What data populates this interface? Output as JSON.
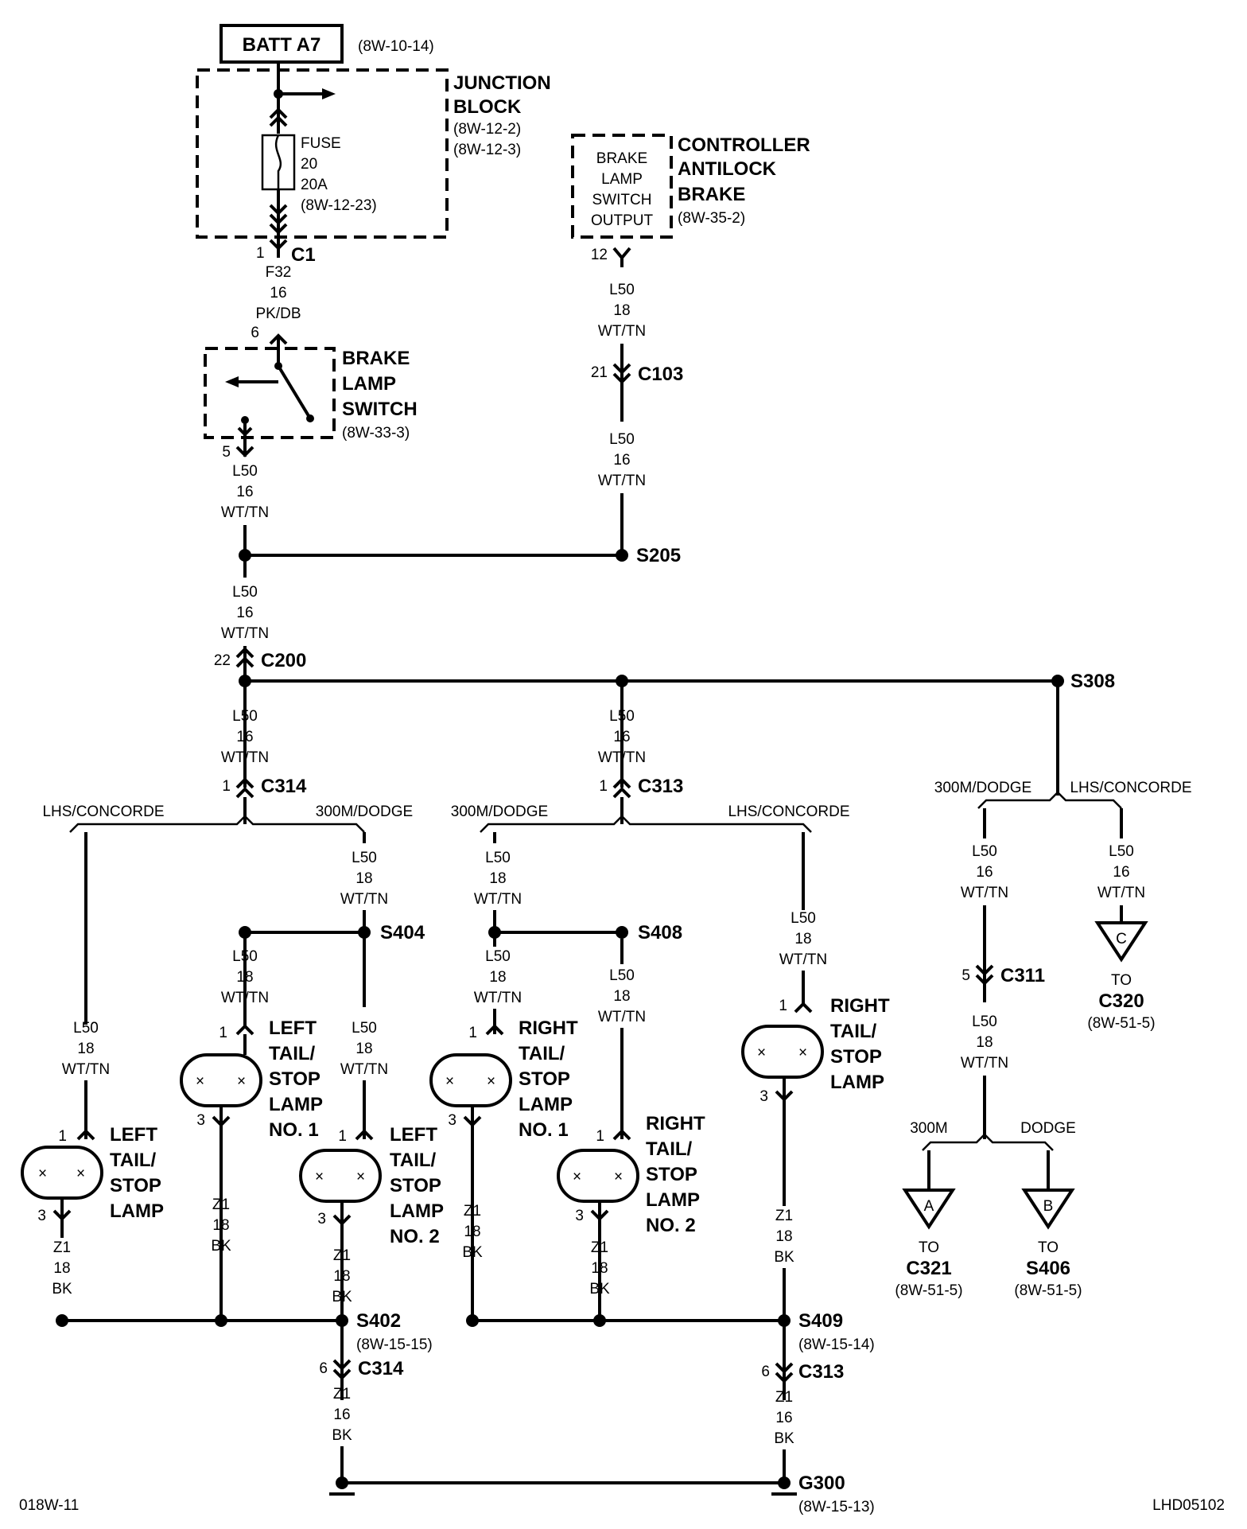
{
  "batt": {
    "label": "BATT A7",
    "ref": "(8W-10-14)"
  },
  "junction_block": {
    "title1": "JUNCTION",
    "title2": "BLOCK",
    "ref1": "(8W-12-2)",
    "ref2": "(8W-12-3)"
  },
  "fuse": {
    "l1": "FUSE",
    "l2": "20",
    "l3": "20A",
    "l4": "(8W-12-23)"
  },
  "c1": {
    "pin": "1",
    "label": "C1"
  },
  "wire_f32": {
    "l1": "F32",
    "l2": "16",
    "l3": "PK/DB"
  },
  "controller": {
    "t1": "CONTROLLER",
    "t2": "ANTILOCK",
    "t3": "BRAKE",
    "ref": "(8W-35-2)",
    "inner1": "BRAKE",
    "inner2": "LAMP",
    "inner3": "SWITCH",
    "inner4": "OUTPUT",
    "pin": "12"
  },
  "brake_switch": {
    "pin_in": "6",
    "pin_out": "5",
    "t1": "BRAKE",
    "t2": "LAMP",
    "t3": "SWITCH",
    "ref": "(8W-33-3)"
  },
  "wire_a": {
    "l1": "L50",
    "l2": "16",
    "l3": "WT/TN"
  },
  "wire_b": {
    "l1": "L50",
    "l2": "16",
    "l3": "WT/TN"
  },
  "wire_ctrl1": {
    "l1": "L50",
    "l2": "18",
    "l3": "WT/TN"
  },
  "c103": {
    "pin": "21",
    "label": "C103"
  },
  "wire_ctrl2": {
    "l1": "L50",
    "l2": "16",
    "l3": "WT/TN"
  },
  "s205": "S205",
  "c200": {
    "pin": "22",
    "label": "C200"
  },
  "s308": "S308",
  "wire_c": {
    "l1": "L50",
    "l2": "16",
    "l3": "WT/TN"
  },
  "wire_d": {
    "l1": "L50",
    "l2": "16",
    "l3": "WT/TN"
  },
  "c314_top": {
    "pin": "1",
    "label": "C314"
  },
  "c313_top": {
    "pin": "1",
    "label": "C313"
  },
  "branch_lhs_left": "LHS/CONCORDE",
  "branch_300m_left": "300M/DODGE",
  "branch_300m_mid": "300M/DODGE",
  "branch_lhs_mid": "LHS/CONCORDE",
  "branch_300m_right": "300M/DODGE",
  "branch_lhs_right": "LHS/CONCORDE",
  "wire_e": {
    "l1": "L50",
    "l2": "18",
    "l3": "WT/TN"
  },
  "wire_f": {
    "l1": "L50",
    "l2": "18",
    "l3": "WT/TN"
  },
  "wire_g": {
    "l1": "L50",
    "l2": "18",
    "l3": "WT/TN"
  },
  "wire_h": {
    "l1": "L50",
    "l2": "18",
    "l3": "WT/TN"
  },
  "wire_i": {
    "l1": "L50",
    "l2": "18",
    "l3": "WT/TN"
  },
  "wire_j": {
    "l1": "L50",
    "l2": "18",
    "l3": "WT/TN"
  },
  "wire_k": {
    "l1": "L50",
    "l2": "18",
    "l3": "WT/TN"
  },
  "wire_l": {
    "l1": "L50",
    "l2": "18",
    "l3": "WT/TN"
  },
  "s404": "S404",
  "s408": "S408",
  "lamp_lhs_left": {
    "t1": "LEFT",
    "t2": "TAIL/",
    "t3": "STOP",
    "t4": "LAMP",
    "pin_in": "1",
    "pin_out": "3"
  },
  "lamp_left_no1": {
    "t1": "LEFT",
    "t2": "TAIL/",
    "t3": "STOP",
    "t4": "LAMP",
    "t5": "NO. 1",
    "pin_in": "1",
    "pin_out": "3"
  },
  "lamp_left_no2": {
    "t1": "LEFT",
    "t2": "TAIL/",
    "t3": "STOP",
    "t4": "LAMP",
    "t5": "NO. 2",
    "pin_in": "1",
    "pin_out": "3"
  },
  "lamp_right_no1": {
    "t1": "RIGHT",
    "t2": "TAIL/",
    "t3": "STOP",
    "t4": "LAMP",
    "t5": "NO. 1",
    "pin_in": "1",
    "pin_out": "3"
  },
  "lamp_right_no2": {
    "t1": "RIGHT",
    "t2": "TAIL/",
    "t3": "STOP",
    "t4": "LAMP",
    "t5": "NO. 2",
    "pin_in": "1",
    "pin_out": "3"
  },
  "lamp_lhs_right": {
    "t1": "RIGHT",
    "t2": "TAIL/",
    "t3": "STOP",
    "t4": "LAMP",
    "pin_in": "1",
    "pin_out": "3"
  },
  "gnd_wire_1": {
    "l1": "Z1",
    "l2": "18",
    "l3": "BK"
  },
  "gnd_wire_2": {
    "l1": "Z1",
    "l2": "18",
    "l3": "BK"
  },
  "gnd_wire_3": {
    "l1": "Z1",
    "l2": "18",
    "l3": "BK"
  },
  "gnd_wire_4": {
    "l1": "Z1",
    "l2": "18",
    "l3": "BK"
  },
  "gnd_wire_5": {
    "l1": "Z1",
    "l2": "18",
    "l3": "BK"
  },
  "gnd_wire_6": {
    "l1": "Z1",
    "l2": "18",
    "l3": "BK"
  },
  "s402": {
    "label": "S402",
    "ref": "(8W-15-15)"
  },
  "s409": {
    "label": "S409",
    "ref": "(8W-15-14)"
  },
  "c314_bot": {
    "pin": "6",
    "label": "C314"
  },
  "c313_bot": {
    "pin": "6",
    "label": "C313"
  },
  "gnd_wire_7": {
    "l1": "Z1",
    "l2": "16",
    "l3": "BK"
  },
  "gnd_wire_8": {
    "l1": "Z1",
    "l2": "16",
    "l3": "BK"
  },
  "g300": {
    "label": "G300",
    "ref": "(8W-15-13)"
  },
  "wire_m": {
    "l1": "L50",
    "l2": "16",
    "l3": "WT/TN"
  },
  "wire_n": {
    "l1": "L50",
    "l2": "16",
    "l3": "WT/TN"
  },
  "c311": {
    "pin": "5",
    "label": "C311"
  },
  "wire_o": {
    "l1": "L50",
    "l2": "18",
    "l3": "WT/TN"
  },
  "branch_300m": "300M",
  "branch_dodge": "DODGE",
  "ref_c": {
    "letter": "C",
    "to": "TO",
    "target": "C320",
    "ref": "(8W-51-5)"
  },
  "ref_a": {
    "letter": "A",
    "to": "TO",
    "target": "C321",
    "ref": "(8W-51-5)"
  },
  "ref_b": {
    "letter": "B",
    "to": "TO",
    "target": "S406",
    "ref": "(8W-51-5)"
  },
  "footer_left": "018W-11",
  "footer_right": "LHD05102"
}
